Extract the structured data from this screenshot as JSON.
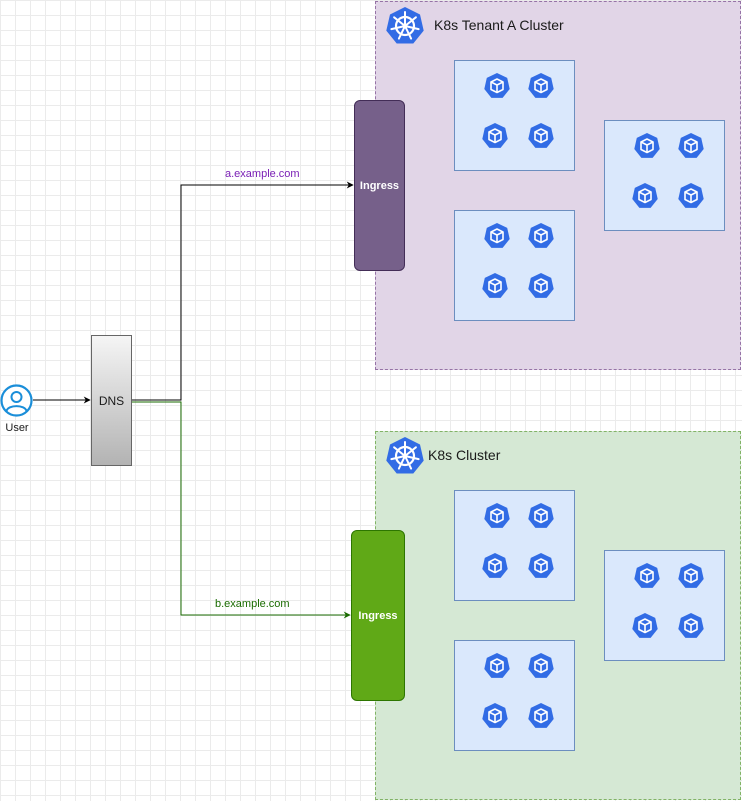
{
  "user": {
    "label": "User",
    "icon": "user-icon"
  },
  "dns": {
    "label": "DNS"
  },
  "routes": [
    {
      "label": "a.example.com",
      "color": "#7a1fb5"
    },
    {
      "label": "b.example.com",
      "color": "#1a6b00"
    }
  ],
  "clusters": [
    {
      "title": "K8s Tenant A Cluster",
      "icon": "kubernetes-icon",
      "fill": "#e1d5e7",
      "border": "#9673a6",
      "ingress": {
        "label": "Ingress",
        "fill": "#76608a"
      },
      "node_boxes": 3,
      "pods_per_box": 4,
      "pod_icon": "pod-cube-icon"
    },
    {
      "title": "K8s Cluster",
      "icon": "kubernetes-icon",
      "fill": "#d5e8d4",
      "border": "#82b366",
      "ingress": {
        "label": "Ingress",
        "fill": "#60a917"
      },
      "node_boxes": 3,
      "pods_per_box": 4,
      "pod_icon": "pod-cube-icon"
    }
  ]
}
